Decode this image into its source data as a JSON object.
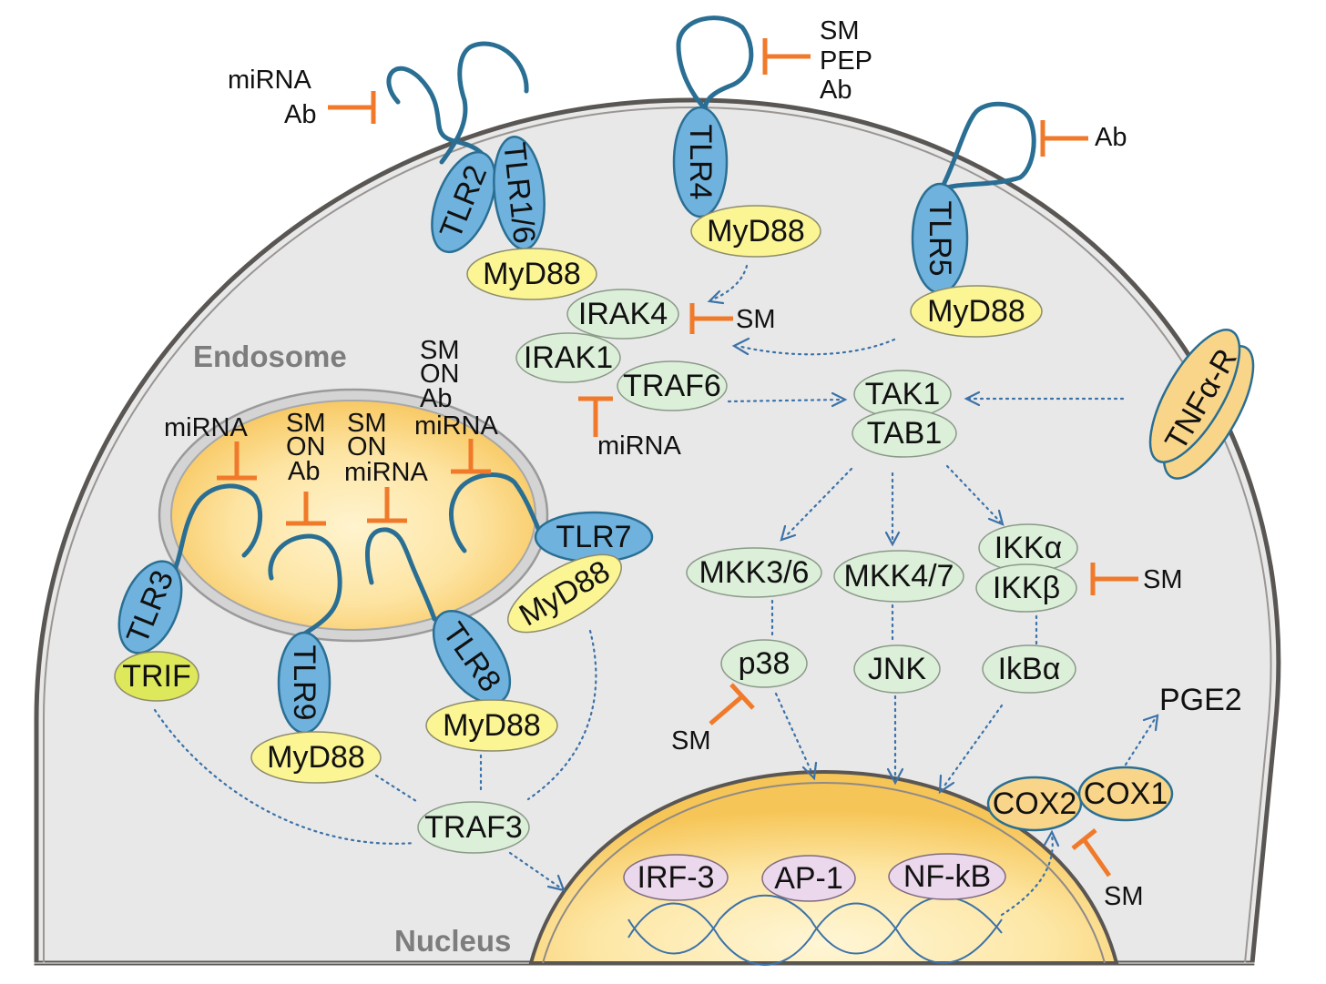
{
  "compartments": {
    "endosome": "Endosome",
    "nucleus": "Nucleus"
  },
  "receptors": {
    "tlr2": "TLR2",
    "tlr16": "TLR1/6",
    "tlr4": "TLR4",
    "tlr5": "TLR5",
    "tlr3": "TLR3",
    "tlr9": "TLR9",
    "tlr8": "TLR8",
    "tlr7": "TLR7",
    "tnfr": "TNFα-R"
  },
  "adaptors": {
    "myd88": "MyD88",
    "trif": "TRIF",
    "traf3": "TRAF3",
    "traf6": "TRAF6",
    "irak4": "IRAK4",
    "irak1": "IRAK1",
    "tak1": "TAK1",
    "tab1": "TAB1"
  },
  "kinases": {
    "mkk36": "MKK3/6",
    "mkk47": "MKK4/7",
    "ikka": "IKKα",
    "ikkb": "IKKβ",
    "p38": "p38",
    "jnk": "JNK",
    "ikba": "IkBα"
  },
  "transcription_factors": {
    "irf3": "IRF-3",
    "ap1": "AP-1",
    "nfkb": "NF-kB"
  },
  "enzymes": {
    "cox2": "COX2",
    "cox1": "COX1",
    "pge2": "PGE2"
  },
  "inhibitors": {
    "sm": "SM",
    "ab": "Ab",
    "on": "ON",
    "mirna": "miRNA",
    "pep": "PEP"
  },
  "colors": {
    "cell": "#e8e8e8",
    "cell_border": "#5a5653",
    "receptor": "#6fb2de",
    "myd88": "#fbf594",
    "trif": "#dde85a",
    "signaling": "#dcefd9",
    "cox": "#f9d58a",
    "transcription_factor": "#ecd8ec",
    "inhibition": "#f07a2a",
    "arrow": "#3b72a8",
    "receptor_chain": "#2a6f93"
  }
}
